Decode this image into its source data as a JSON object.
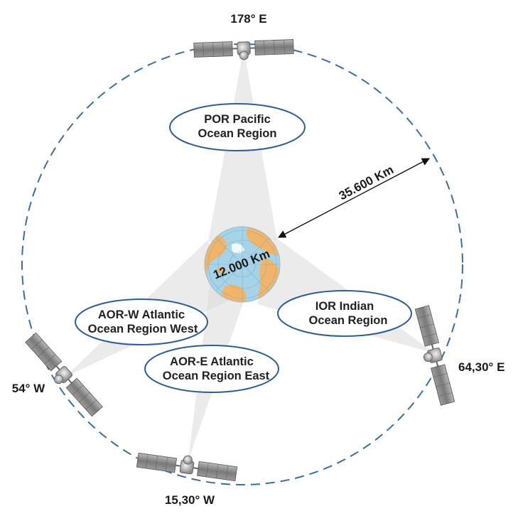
{
  "satellites": [
    {
      "id": "pacific",
      "label": "178° E"
    },
    {
      "id": "indian",
      "label": "64,30° E"
    },
    {
      "id": "atlantic-east",
      "label": "15,30° W"
    },
    {
      "id": "atlantic-west",
      "label": "54° W"
    }
  ],
  "regions": [
    {
      "id": "por",
      "line1": "POR Pacific",
      "line2": "Ocean Region"
    },
    {
      "id": "ior",
      "line1": "IOR Indian",
      "line2": "Ocean Region"
    },
    {
      "id": "aor-w",
      "line1": "AOR-W Atlantic",
      "line2": "Ocean Region West"
    },
    {
      "id": "aor-e",
      "line1": "AOR-E Atlantic",
      "line2": "Ocean Region East"
    }
  ],
  "distances": {
    "orbit_distance": "35.600 Km",
    "earth_diameter": "12.000 Km"
  },
  "colors": {
    "orbit": "#3f6e98",
    "ellipse_border": "#2e5e8f",
    "earth_land": "#f0b46a",
    "earth_sea": "#a7d3e8",
    "beam": "#dadada"
  },
  "icons": {
    "satellite": "satellite-icon",
    "earth": "earth-globe-icon"
  }
}
